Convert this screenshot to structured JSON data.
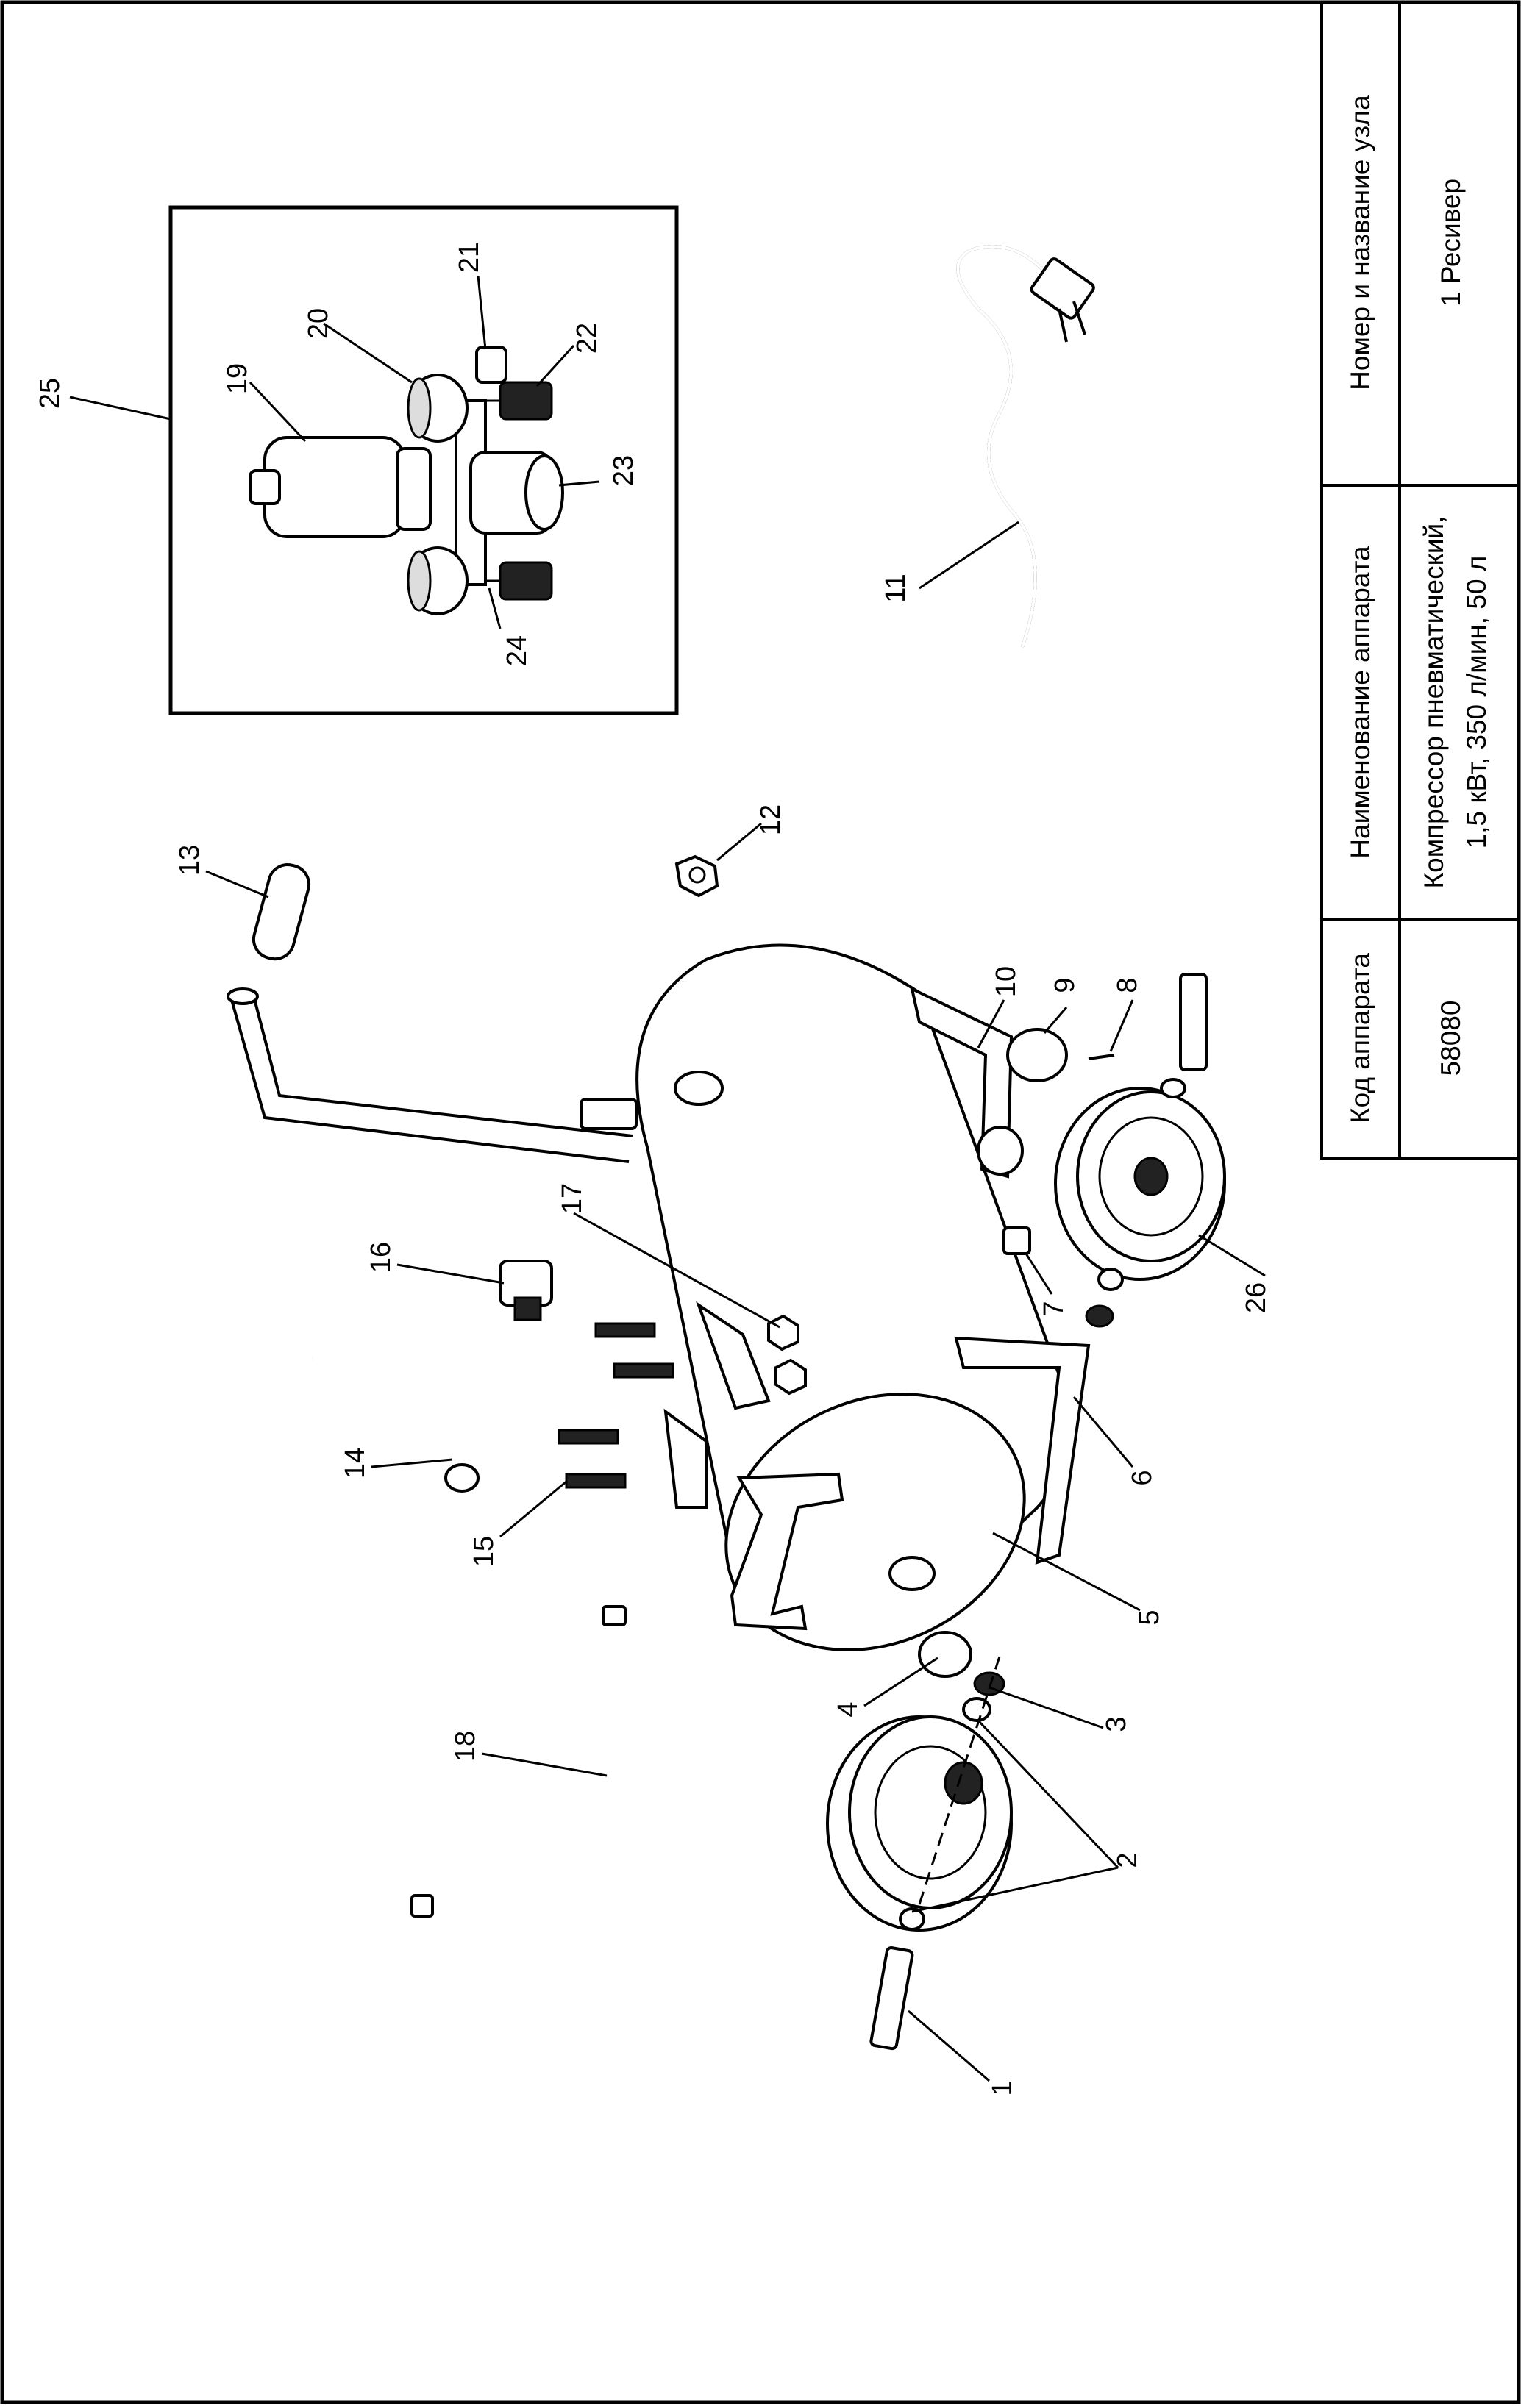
{
  "title_block": {
    "col_code_header": "Код аппарата",
    "col_code_value": "58080",
    "col_name_header": "Наименование аппарата",
    "col_name_value_line1": "Компрессор пневматический,",
    "col_name_value_line2": "1,5 кВт, 350 л/мин, 50 л",
    "col_unit_header": "Номер и название узла",
    "col_unit_value": "1 Ресивер"
  },
  "callouts": [
    "1",
    "2",
    "3",
    "4",
    "5",
    "6",
    "7",
    "8",
    "9",
    "10",
    "11",
    "12",
    "13",
    "14",
    "15",
    "16",
    "17",
    "18",
    "19",
    "20",
    "21",
    "22",
    "23",
    "24",
    "25",
    "26"
  ]
}
